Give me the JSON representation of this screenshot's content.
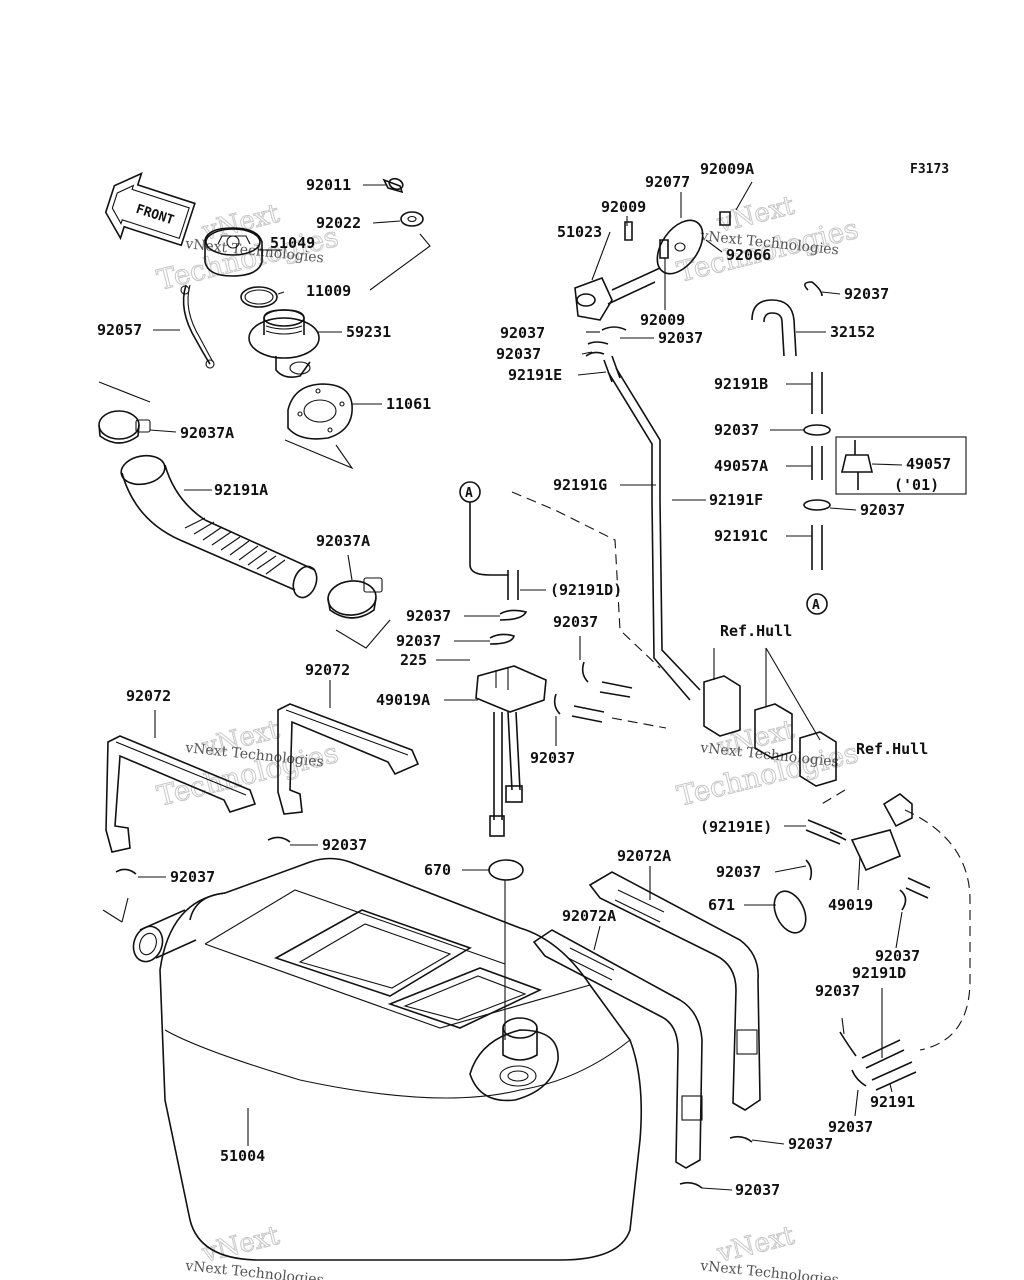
{
  "header": {
    "figure_code": "F3173"
  },
  "front_marker": "FRONT",
  "watermark": {
    "brand": "vNext",
    "line2": "Technologies",
    "combined": "vNext Technologies"
  },
  "connectors": {
    "a_label": "A"
  },
  "callouts": {
    "p92011": "92011",
    "p92022": "92022",
    "p51049": "51049",
    "p11009": "11009",
    "p92057": "92057",
    "p59231": "59231",
    "p11061": "11061",
    "p92037A_1": "92037A",
    "p92191A": "92191A",
    "p92037A_2": "92037A",
    "p92072_1": "92072",
    "p92072_2": "92072",
    "p92037_l1": "92037",
    "p92037_l2": "92037",
    "p92009A": "92009A",
    "p92077": "92077",
    "p92009_1": "92009",
    "p51023": "51023",
    "p92066": "92066",
    "p92009_2": "92009",
    "p92037_c1": "92037",
    "p92037_c2": "92037",
    "p92037_c3": "92037",
    "p92191E": "92191E",
    "p92037_r1": "92037",
    "p32152": "32152",
    "p92191B": "92191B",
    "p92037_r2": "92037",
    "p49057A": "49057A",
    "p49057": "49057",
    "p49057_note": "('01)",
    "p92191G": "92191G",
    "p92191F": "92191F",
    "p92037_r3": "92037",
    "p92191C": "92191C",
    "p92191D_paren": "(92191D)",
    "p92037_m1": "92037",
    "p92037_m2": "92037",
    "p225": "225",
    "p49019A": "49019A",
    "p92037_m3": "92037",
    "p92037_m4": "92037",
    "ref_hull_1": "Ref.Hull",
    "ref_hull_2": "Ref.Hull",
    "p92191E_paren": "(92191E)",
    "p92037_r4": "92037",
    "p670": "670",
    "p92072A_1": "92072A",
    "p92072A_2": "92072A",
    "p671": "671",
    "p49019": "49019",
    "p92037_r5": "92037",
    "p92191D": "92191D",
    "p92037_r6": "92037",
    "p92191": "92191",
    "p92037_r7": "92037",
    "p92037_b1": "92037",
    "p92037_b2": "92037",
    "p51004": "51004"
  }
}
